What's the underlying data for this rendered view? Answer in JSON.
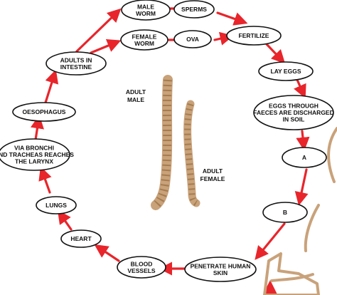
{
  "nodes": {
    "male_worm": [
      "MALE",
      "WORM"
    ],
    "sperms": [
      "SPERMS"
    ],
    "female_worm": [
      "FEMALE",
      "WORM"
    ],
    "ova": [
      "OVA"
    ],
    "fertilize": [
      "FERTILIZE"
    ],
    "lay_eggs": [
      "LAY EGGS"
    ],
    "eggs_faeces": [
      "EGGS THROUGH",
      "FAECES ARE DISCHARGED",
      "IN SOIL"
    ],
    "stage_a": [
      "A"
    ],
    "stage_b": [
      "B"
    ],
    "penetrate_skin": [
      "PENETRATE HUMAN",
      "SKIN"
    ],
    "blood_vessels": [
      "BLOOD",
      "VESSELS"
    ],
    "heart": [
      "HEART"
    ],
    "lungs": [
      "LUNGS"
    ],
    "larynx": [
      "VIA BRONCHI",
      "AND TRACHEAS REACHES",
      "THE LARYNX"
    ],
    "oesophagus": [
      "OESOPHAGUS"
    ],
    "intestine": [
      "ADULTS IN",
      "INTESTINE"
    ]
  },
  "captions": {
    "adult_male": [
      "ADULT",
      "MALE"
    ],
    "adult_female": [
      "ADULT",
      "FEMALE"
    ]
  },
  "colors": {
    "arrow": "#e8252b",
    "worm": "#c9a27a",
    "worm_stripe": "#a57c52",
    "outline": "#111111"
  }
}
